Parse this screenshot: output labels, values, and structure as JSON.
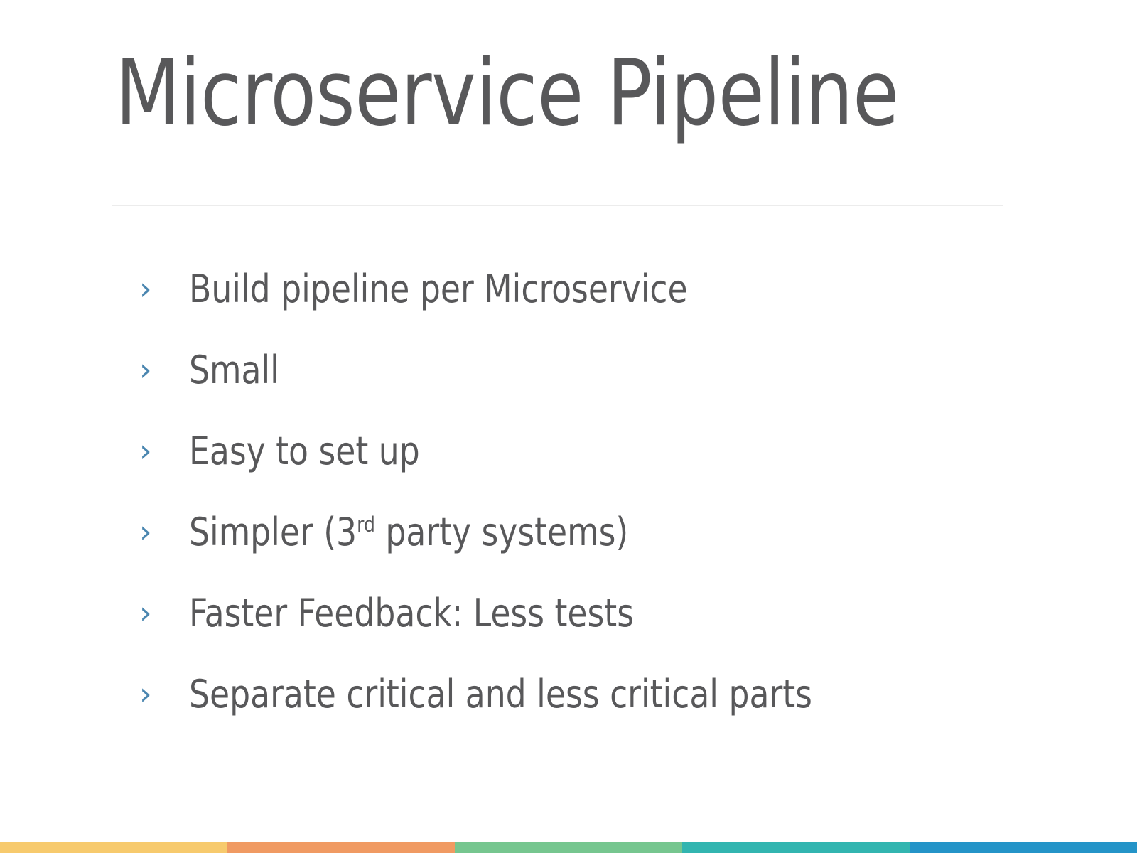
{
  "slide": {
    "title": "Microservice Pipeline",
    "background_color": "#ffffff",
    "title_color": "#58585a",
    "divider_color": "#ececec",
    "bullet_marker_glyph": "›",
    "bullet_marker_color": "#4a86b0",
    "bullet_text_color": "#58585a",
    "bullets": [
      {
        "text": "Build pipeline per Microservice"
      },
      {
        "text": "Small"
      },
      {
        "text": "Easy to set up"
      },
      {
        "text": "Simpler (3",
        "sup": "rd",
        "text_after": " party systems)"
      },
      {
        "text": "Faster Feedback: Less tests"
      },
      {
        "text": "Separate critical and less critical parts"
      }
    ],
    "footer_bar": {
      "segments": [
        {
          "name": "yellow",
          "color": "#f7ca6d"
        },
        {
          "name": "orange",
          "color": "#f09a62"
        },
        {
          "name": "green",
          "color": "#76c68f"
        },
        {
          "name": "teal",
          "color": "#32b5b0"
        },
        {
          "name": "blue",
          "color": "#2494c8"
        }
      ]
    }
  }
}
